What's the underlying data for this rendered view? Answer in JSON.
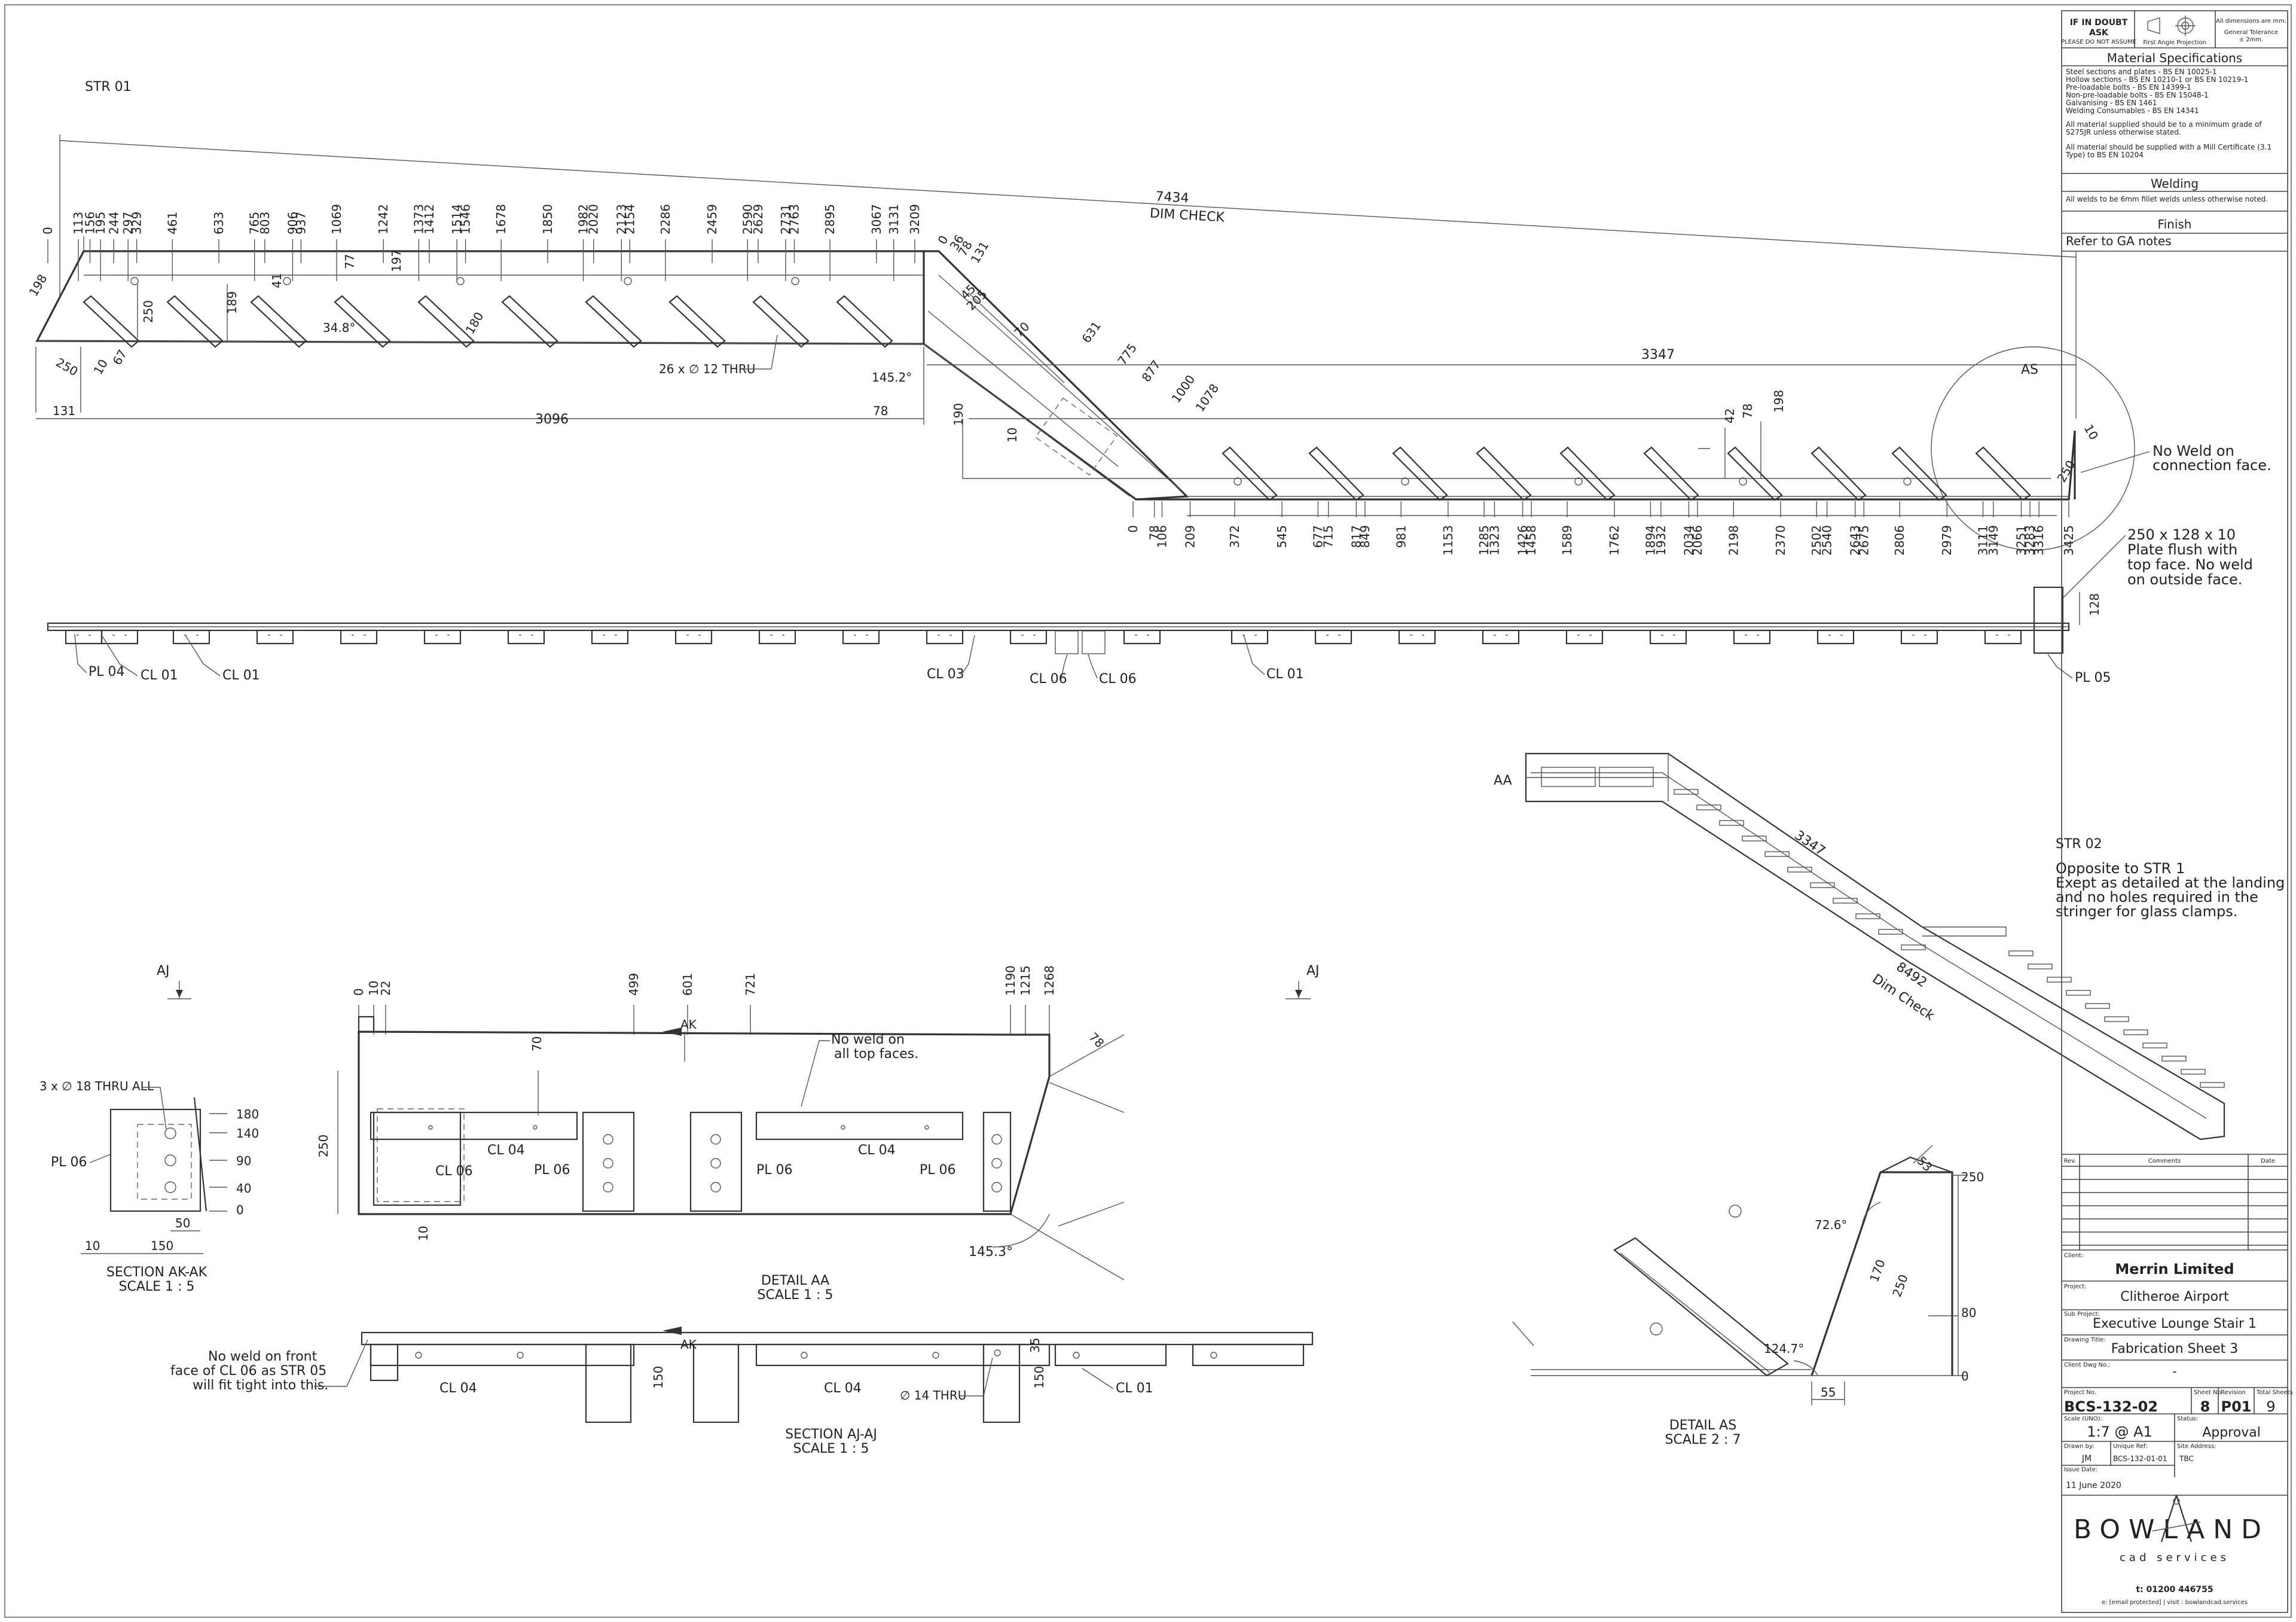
{
  "title_block": {
    "if_in_doubt": "IF IN DOUBT",
    "ask": "ASK",
    "please_do_not_assume": "PLEASE DO NOT ASSUME",
    "projection": "First Angle Projection",
    "all_dimensions": "All dimensions are mm.",
    "general_tolerance": "General Tolerance",
    "tolerance_value": "± 2mm.",
    "material_heading": "Material Specifications",
    "material_lines": [
      "Steel sections and plates - BS EN 10025-1",
      "Hollow sections - BS EN 10210-1 or BS EN 10219-1",
      "Pre-loadable bolts - BS EN 14399-1",
      "Non-pre-loadable bolts - BS EN 15048-1",
      "Galvanising - BS EN 1461",
      "Welding Consumables - BS EN 14341"
    ],
    "material_note_1a": "All material supplied should be to a minimum grade of",
    "material_note_1b": "S275JR unless otherwise stated.",
    "material_note_2a": "All material should be supplied with a Mill Certificate (3.1",
    "material_note_2b": "Type) to BS EN 10204",
    "welding_heading": "Welding",
    "welding_text": "All welds to be 6mm fillet welds unless otherwise noted.",
    "finish_heading": "Finish",
    "finish_text": "Refer to GA notes",
    "rev_label": "Rev.",
    "comments_label": "Comments",
    "date_label": "Date",
    "client_label": "Client:",
    "client": "Merrin Limited",
    "project_label": "Project:",
    "project": "Clitheroe Airport",
    "subproject_label": "Sub Project:",
    "subproject": "Executive Lounge Stair 1",
    "drawing_title_label": "Drawing Title:",
    "drawing_title": "Fabrication Sheet 3",
    "client_dwg_label": "Client Dwg No.:",
    "client_dwg": "-",
    "project_no_label": "Project No.",
    "project_no": "BCS-132-02",
    "sheet_no_label": "Sheet No.",
    "sheet_no": "8",
    "revision_label": "Revision",
    "revision": "P01",
    "total_sheets_label": "Total Sheets",
    "total_sheets": "9",
    "scale_label": "Scale (UNO):",
    "scale": "1:7 @ A1",
    "status_label": "Status:",
    "status": "Approval",
    "drawn_by_label": "Drawn by:",
    "drawn_by": "JM",
    "unique_ref_label": "Unique Ref:",
    "unique_ref": "BCS-132-01-01",
    "site_address_label": "Site Address:",
    "site_address": "TBC",
    "issue_date_label": "Issue Date:",
    "issue_date": "11 June 2020",
    "company": "BOWLAND",
    "company_sub": "cad services",
    "phone": "t: 01200 446755",
    "contact_line": "e: [email protected]  |  visit : bowlandcad.services"
  },
  "str01": {
    "label": "STR 01",
    "dim_check_value": "7434",
    "dim_check_label": "DIM CHECK",
    "upper_ordinates": [
      "0",
      "113",
      "156",
      "195",
      "244",
      "297",
      "329",
      "461",
      "633",
      "765",
      "803",
      "906",
      "937",
      "1069",
      "1242",
      "1373",
      "1412",
      "1514",
      "1546",
      "1678",
      "1850",
      "1982",
      "2020",
      "2123",
      "2154",
      "2286",
      "2459",
      "2590",
      "2629",
      "2731",
      "2763",
      "2895",
      "3067",
      "3131",
      "3209"
    ],
    "upper_ordinates_b": [
      "0",
      "36",
      "78",
      "131"
    ],
    "lower_ordinates": [
      "0",
      "78",
      "106",
      "209",
      "372",
      "545",
      "677",
      "715",
      "817",
      "849",
      "981",
      "1153",
      "1285",
      "1323",
      "1426",
      "1458",
      "1589",
      "1762",
      "1894",
      "1932",
      "2034",
      "2066",
      "2198",
      "2370",
      "2502",
      "2540",
      "2643",
      "2675",
      "2806",
      "2979",
      "3111",
      "3149",
      "3251",
      "3283",
      "3316",
      "3425"
    ],
    "dims": {
      "d198": "198",
      "d250a": "250",
      "d10a": "10",
      "d67": "67",
      "d250b": "250",
      "d189": "189",
      "d41": "41",
      "d77": "77",
      "d197": "197",
      "d348": "34.8°",
      "d180": "180",
      "d145": "145.2°",
      "d131": "131",
      "d3096": "3096",
      "d78": "78",
      "d45": "45",
      "d205": "205",
      "d70": "70",
      "d631": "631",
      "d775": "775",
      "d877": "877",
      "d1000": "1000",
      "d1078": "1078",
      "d190": "190",
      "d10b": "10",
      "d3347": "3347",
      "dAS": "AS",
      "d42": "42",
      "d78b": "78",
      "d198b": "198",
      "d10c": "10",
      "d250c": "250",
      "d128": "128"
    },
    "holes_note": "26 x ∅ 12 THRU",
    "no_weld_note_1": "No Weld on",
    "no_weld_note_2": "connection face.",
    "plate_note_1": "250 x 128 x 10",
    "plate_note_2": "Plate flush with",
    "plate_note_3": "top face. No weld",
    "plate_note_4": "on outside face.",
    "part_labels": {
      "pl04": "PL 04",
      "cl01a": "CL 01",
      "cl01b": "CL 01",
      "cl03": "CL 03",
      "cl06a": "CL 06",
      "cl06b": "CL 06",
      "cl01c": "CL 01",
      "pl05": "PL 05"
    }
  },
  "iso_view": {
    "aa": "AA",
    "dim_3347": "3347",
    "dim_8492": "8492",
    "dim_check": "Dim Check"
  },
  "str02": {
    "label": "STR 02",
    "line1": "Opposite to STR 1",
    "line2": "Exept as detailed at the landing",
    "line3": "and no holes required in the",
    "line4": "stringer for glass clamps."
  },
  "section_ak": {
    "aj_left": "AJ",
    "holes": "3 x ∅ 18 THRU ALL",
    "pl06": "PL 06",
    "dims": [
      "180",
      "140",
      "90",
      "40",
      "0"
    ],
    "d50": "50",
    "d10": "10",
    "d150": "150",
    "title": "SECTION AK-AK",
    "scale": "SCALE 1 : 5"
  },
  "detail_aa": {
    "top_dims": [
      "0",
      "10",
      "22",
      "499",
      "601",
      "721",
      "1190",
      "1215",
      "1268"
    ],
    "ak": "AK",
    "d70": "70",
    "d78": "78",
    "d250": "250",
    "d10": "10",
    "no_weld_1": "No weld on",
    "no_weld_2": "all top faces.",
    "cl04a": "CL 04",
    "cl04b": "CL 04",
    "cl06": "CL 06",
    "pl06a": "PL 06",
    "pl06b": "PL 06",
    "pl06c": "PL 06",
    "angle": "145.3°",
    "title": "DETAIL AA",
    "scale": "SCALE 1 : 5",
    "aj_right": "AJ"
  },
  "section_aj": {
    "no_weld_1": "No weld on front",
    "no_weld_2": "face of CL 06 as STR 05",
    "no_weld_3": "will fit tight into this.",
    "ak": "AK",
    "cl04a": "CL 04",
    "cl04b": "CL 04",
    "d150a": "150",
    "d150b": "150",
    "d35": "35",
    "hole": "∅ 14 THRU",
    "cl01": "CL 01",
    "title": "SECTION AJ-AJ",
    "scale": "SCALE 1 : 5"
  },
  "detail_as": {
    "d53": "53",
    "d250a": "250",
    "d726": "72.6°",
    "d170": "170",
    "d250b": "250",
    "d80": "80",
    "d1247": "124.7°",
    "d0": "0",
    "d55": "55",
    "title": "DETAIL AS",
    "scale": "SCALE 2 : 7"
  }
}
